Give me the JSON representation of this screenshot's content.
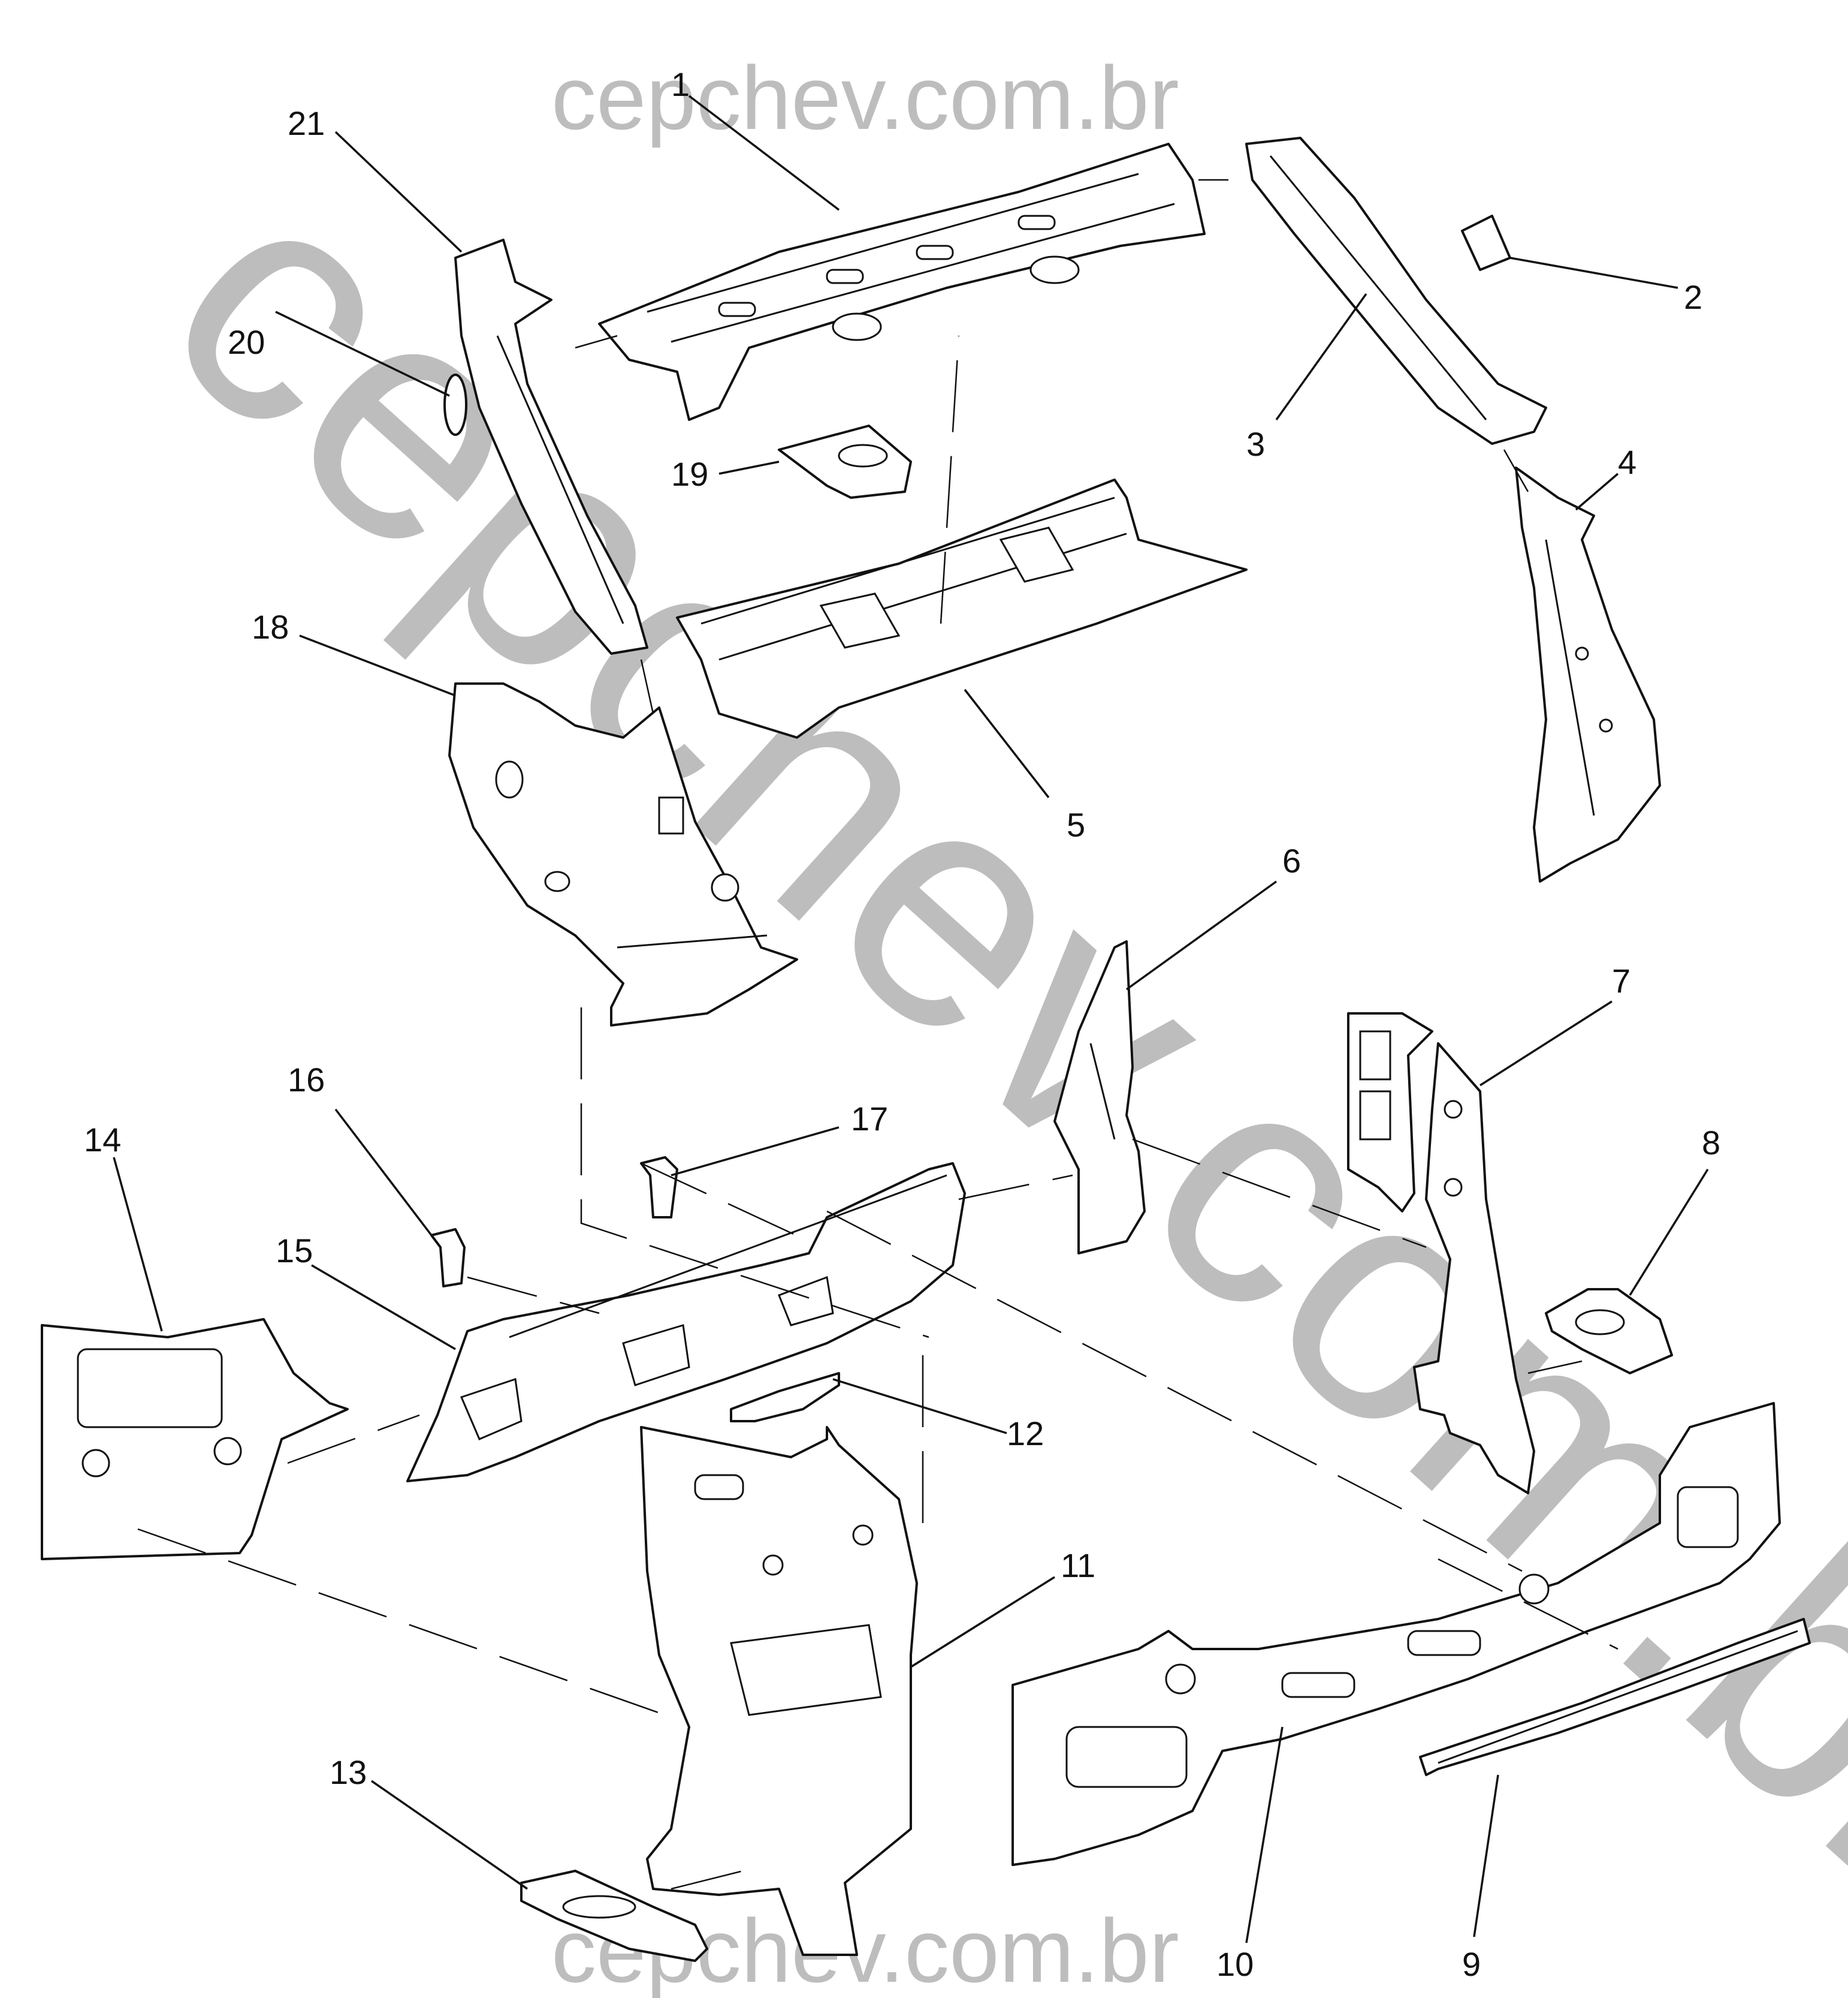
{
  "watermark": {
    "top": "cepchev.com.br",
    "bottom": "cepchev.com.br",
    "diagonal": "cepchev.com.br",
    "color": "#bdbdbd"
  },
  "callouts": [
    "1",
    "2",
    "3",
    "4",
    "5",
    "6",
    "7",
    "8",
    "9",
    "10",
    "11",
    "12",
    "13",
    "14",
    "15",
    "16",
    "17",
    "18",
    "19",
    "20",
    "21"
  ],
  "colors": {
    "line": "#111111",
    "background": "#ffffff"
  }
}
